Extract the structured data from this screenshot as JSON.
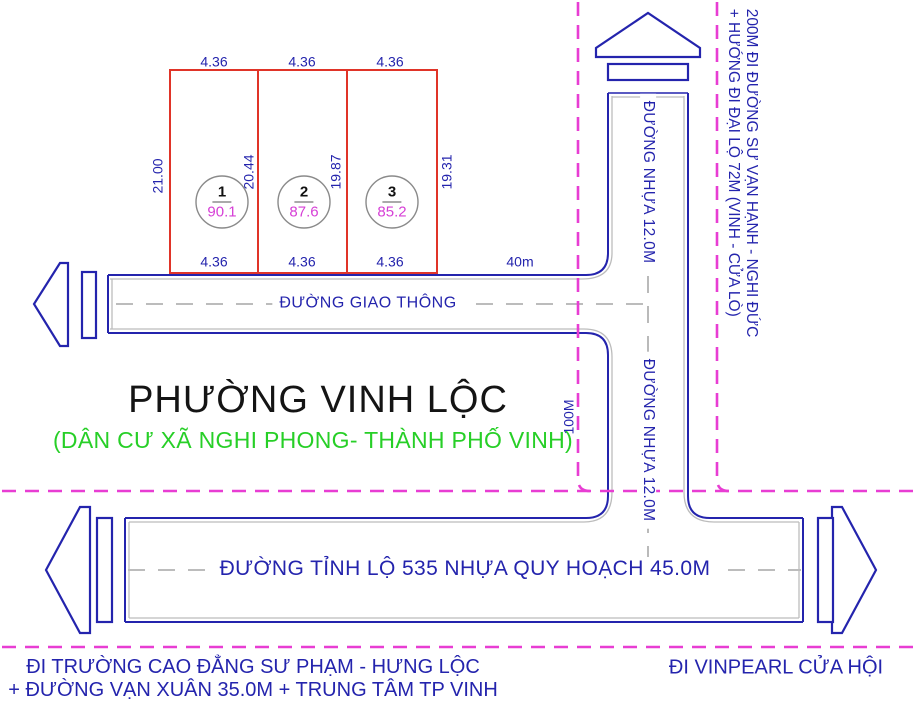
{
  "area": {
    "title": "PHƯỜNG VINH LỘC",
    "subtitle": "(DÂN CƯ XÃ NGHI PHONG- THÀNH PHỐ VINH)"
  },
  "plots": {
    "top_widths": [
      "4.36",
      "4.36",
      "4.36"
    ],
    "bottom_widths": [
      "4.36",
      "4.36",
      "4.36"
    ],
    "side_dims": [
      "21.00",
      "20.44",
      "19.87",
      "19.31"
    ],
    "parcels": [
      {
        "number": "1",
        "area": "90.1"
      },
      {
        "number": "2",
        "area": "87.6"
      },
      {
        "number": "3",
        "area": "85.2"
      }
    ]
  },
  "roads": {
    "giao_thong_label": "ĐƯỜNG GIAO THÔNG",
    "frontage": "40m",
    "nhua_labels": [
      "ĐƯỜNG NHỰA 12.0M",
      "ĐƯỜNG NHỰA 12.0M"
    ],
    "distance_100m": "100M",
    "tinh_lo_label": "ĐƯỜNG TỈNH LỘ 535 NHỰA QUY HOẠCH 45.0M"
  },
  "directions": {
    "right_line1": "200M ĐI ĐƯỜNG SƯ VẠN HẠNH - NGHI ĐỨC",
    "right_line2": "+ HƯỚNG ĐI ĐẠI LỘ 72M (VINH - CỬA LÒ)",
    "bottom_left_line1": "ĐI TRƯỜNG CAO ĐẲNG SƯ PHẠM - HƯNG LỘC",
    "bottom_left_line2": "+ ĐƯỜNG VẠN XUÂN 35.0M + TRUNG TÂM TP VINH",
    "bottom_right": "ĐI VINPEARL CỬA HỘI"
  },
  "colors": {
    "line_blue": "#2424ad",
    "boundary_red": "#e03428",
    "planning_pink": "#e83dd3",
    "note_green": "#27cf27",
    "area_magenta": "#d63fd6"
  }
}
